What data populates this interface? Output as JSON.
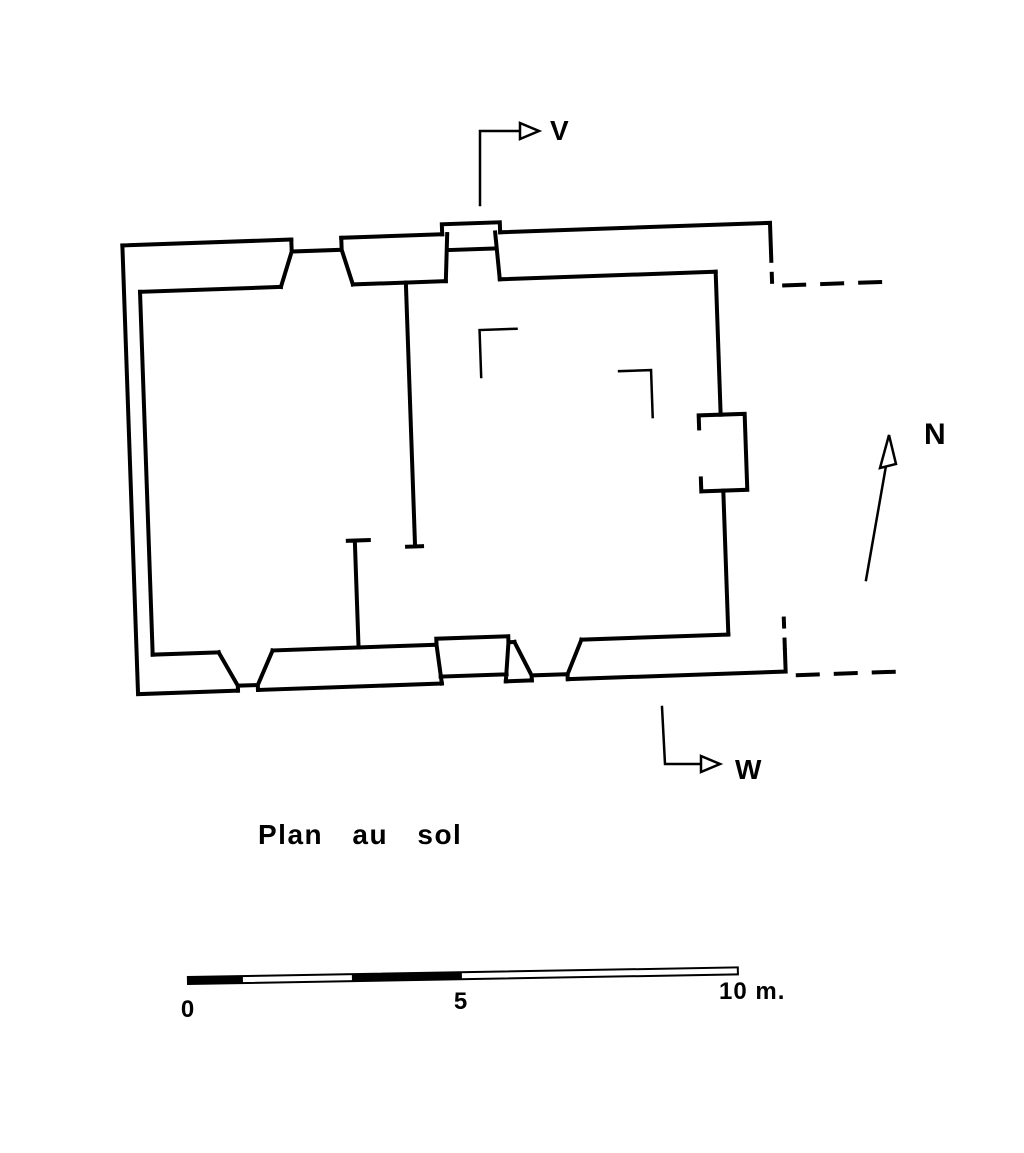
{
  "page": {
    "background": "#ffffff",
    "ink": "#000000"
  },
  "drawing": {
    "title": "Plan au sol"
  },
  "section_markers": {
    "v": "V",
    "w": "W"
  },
  "compass": {
    "north": "N"
  },
  "scale_bar": {
    "label_start": "0",
    "label_mid": "5",
    "label_end": "10 m."
  }
}
